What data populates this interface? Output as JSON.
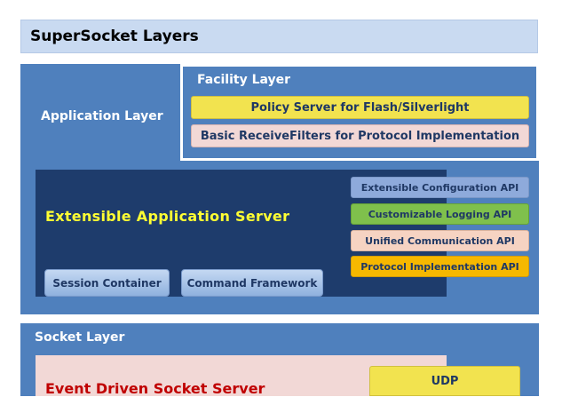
{
  "title": "SuperSocket Layers",
  "application_layer": {
    "label": "Application Layer",
    "facility_layer": {
      "label": "Facility Layer",
      "items": [
        "Policy Server for Flash/Silverlight",
        "Basic ReceiveFilters for Protocol Implementation"
      ]
    },
    "extensible_server": {
      "label": "Extensible Application Server",
      "apis": [
        "Extensible Configuration API",
        "Customizable Logging API",
        "Unified Communication API",
        "Protocol Implementation API"
      ],
      "components": [
        "Session Container",
        "Command Framework"
      ]
    }
  },
  "socket_layer": {
    "label": "Socket Layer",
    "event_server": {
      "label": "Event Driven Socket Server",
      "items": [
        "UDP"
      ]
    }
  },
  "colors": {
    "layer_blue": "#4f80bd",
    "dark_navy": "#1e3c6c",
    "title_bg": "#c9daf1",
    "yellow": "#f2e34f",
    "pink": "#f2d8d6",
    "green": "#7fc04c",
    "orange": "#f6b800",
    "peach": "#f6d3c2",
    "light_blue": "#8eaadb",
    "server_title_yellow": "#ffff33",
    "event_title_red": "#c00000"
  }
}
